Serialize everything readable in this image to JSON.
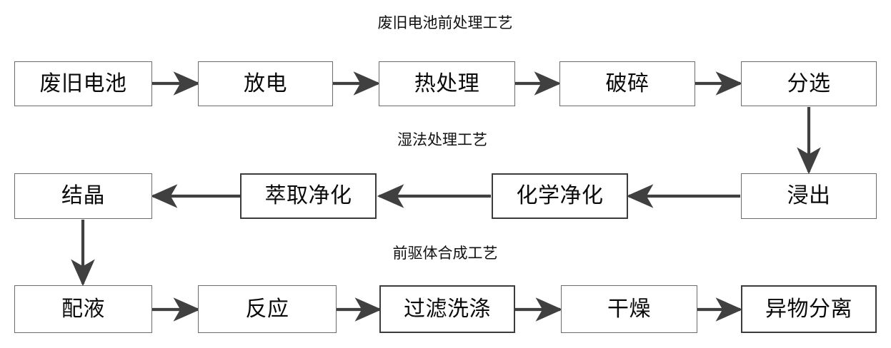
{
  "diagram": {
    "title_row1": "废旧电池前处理工艺",
    "title_row2": "湿法处理工艺",
    "title_row3": "前驱体合成工艺",
    "colors": {
      "box_border": "#6b6b6b",
      "box_border_strong": "#3c3c3c",
      "arrow": "#404040",
      "text": "#0a0a0a",
      "background": "#ffffff"
    },
    "rows": [
      {
        "name": "pretreatment",
        "title": "废旧电池前处理工艺",
        "nodes": [
          {
            "id": "waste-battery",
            "label": "废旧电池"
          },
          {
            "id": "discharge",
            "label": "放电"
          },
          {
            "id": "heat-treatment",
            "label": "热处理"
          },
          {
            "id": "crushing",
            "label": "破碎"
          },
          {
            "id": "sorting",
            "label": "分选"
          }
        ]
      },
      {
        "name": "hydrometallurgy",
        "title": "湿法处理工艺",
        "nodes": [
          {
            "id": "crystallization",
            "label": "结晶"
          },
          {
            "id": "extraction-purification",
            "label": "萃取净化"
          },
          {
            "id": "chemical-purification",
            "label": "化学净化"
          },
          {
            "id": "leaching",
            "label": "浸出"
          }
        ]
      },
      {
        "name": "precursor-synthesis",
        "title": "前驱体合成工艺",
        "nodes": [
          {
            "id": "solution-preparation",
            "label": "配液"
          },
          {
            "id": "reaction",
            "label": "反应"
          },
          {
            "id": "filtration-washing",
            "label": "过滤洗涤"
          },
          {
            "id": "drying",
            "label": "干燥"
          },
          {
            "id": "foreign-matter-separation",
            "label": "异物分离"
          }
        ]
      }
    ],
    "connections": [
      {
        "from": "waste-battery",
        "to": "discharge",
        "direction": "right"
      },
      {
        "from": "discharge",
        "to": "heat-treatment",
        "direction": "right"
      },
      {
        "from": "heat-treatment",
        "to": "crushing",
        "direction": "right"
      },
      {
        "from": "crushing",
        "to": "sorting",
        "direction": "right"
      },
      {
        "from": "sorting",
        "to": "leaching",
        "direction": "down"
      },
      {
        "from": "leaching",
        "to": "chemical-purification",
        "direction": "left"
      },
      {
        "from": "chemical-purification",
        "to": "extraction-purification",
        "direction": "left"
      },
      {
        "from": "extraction-purification",
        "to": "crystallization",
        "direction": "left"
      },
      {
        "from": "crystallization",
        "to": "solution-preparation",
        "direction": "down"
      },
      {
        "from": "solution-preparation",
        "to": "reaction",
        "direction": "right"
      },
      {
        "from": "reaction",
        "to": "filtration-washing",
        "direction": "right"
      },
      {
        "from": "filtration-washing",
        "to": "drying",
        "direction": "right"
      },
      {
        "from": "drying",
        "to": "foreign-matter-separation",
        "direction": "right"
      }
    ]
  }
}
